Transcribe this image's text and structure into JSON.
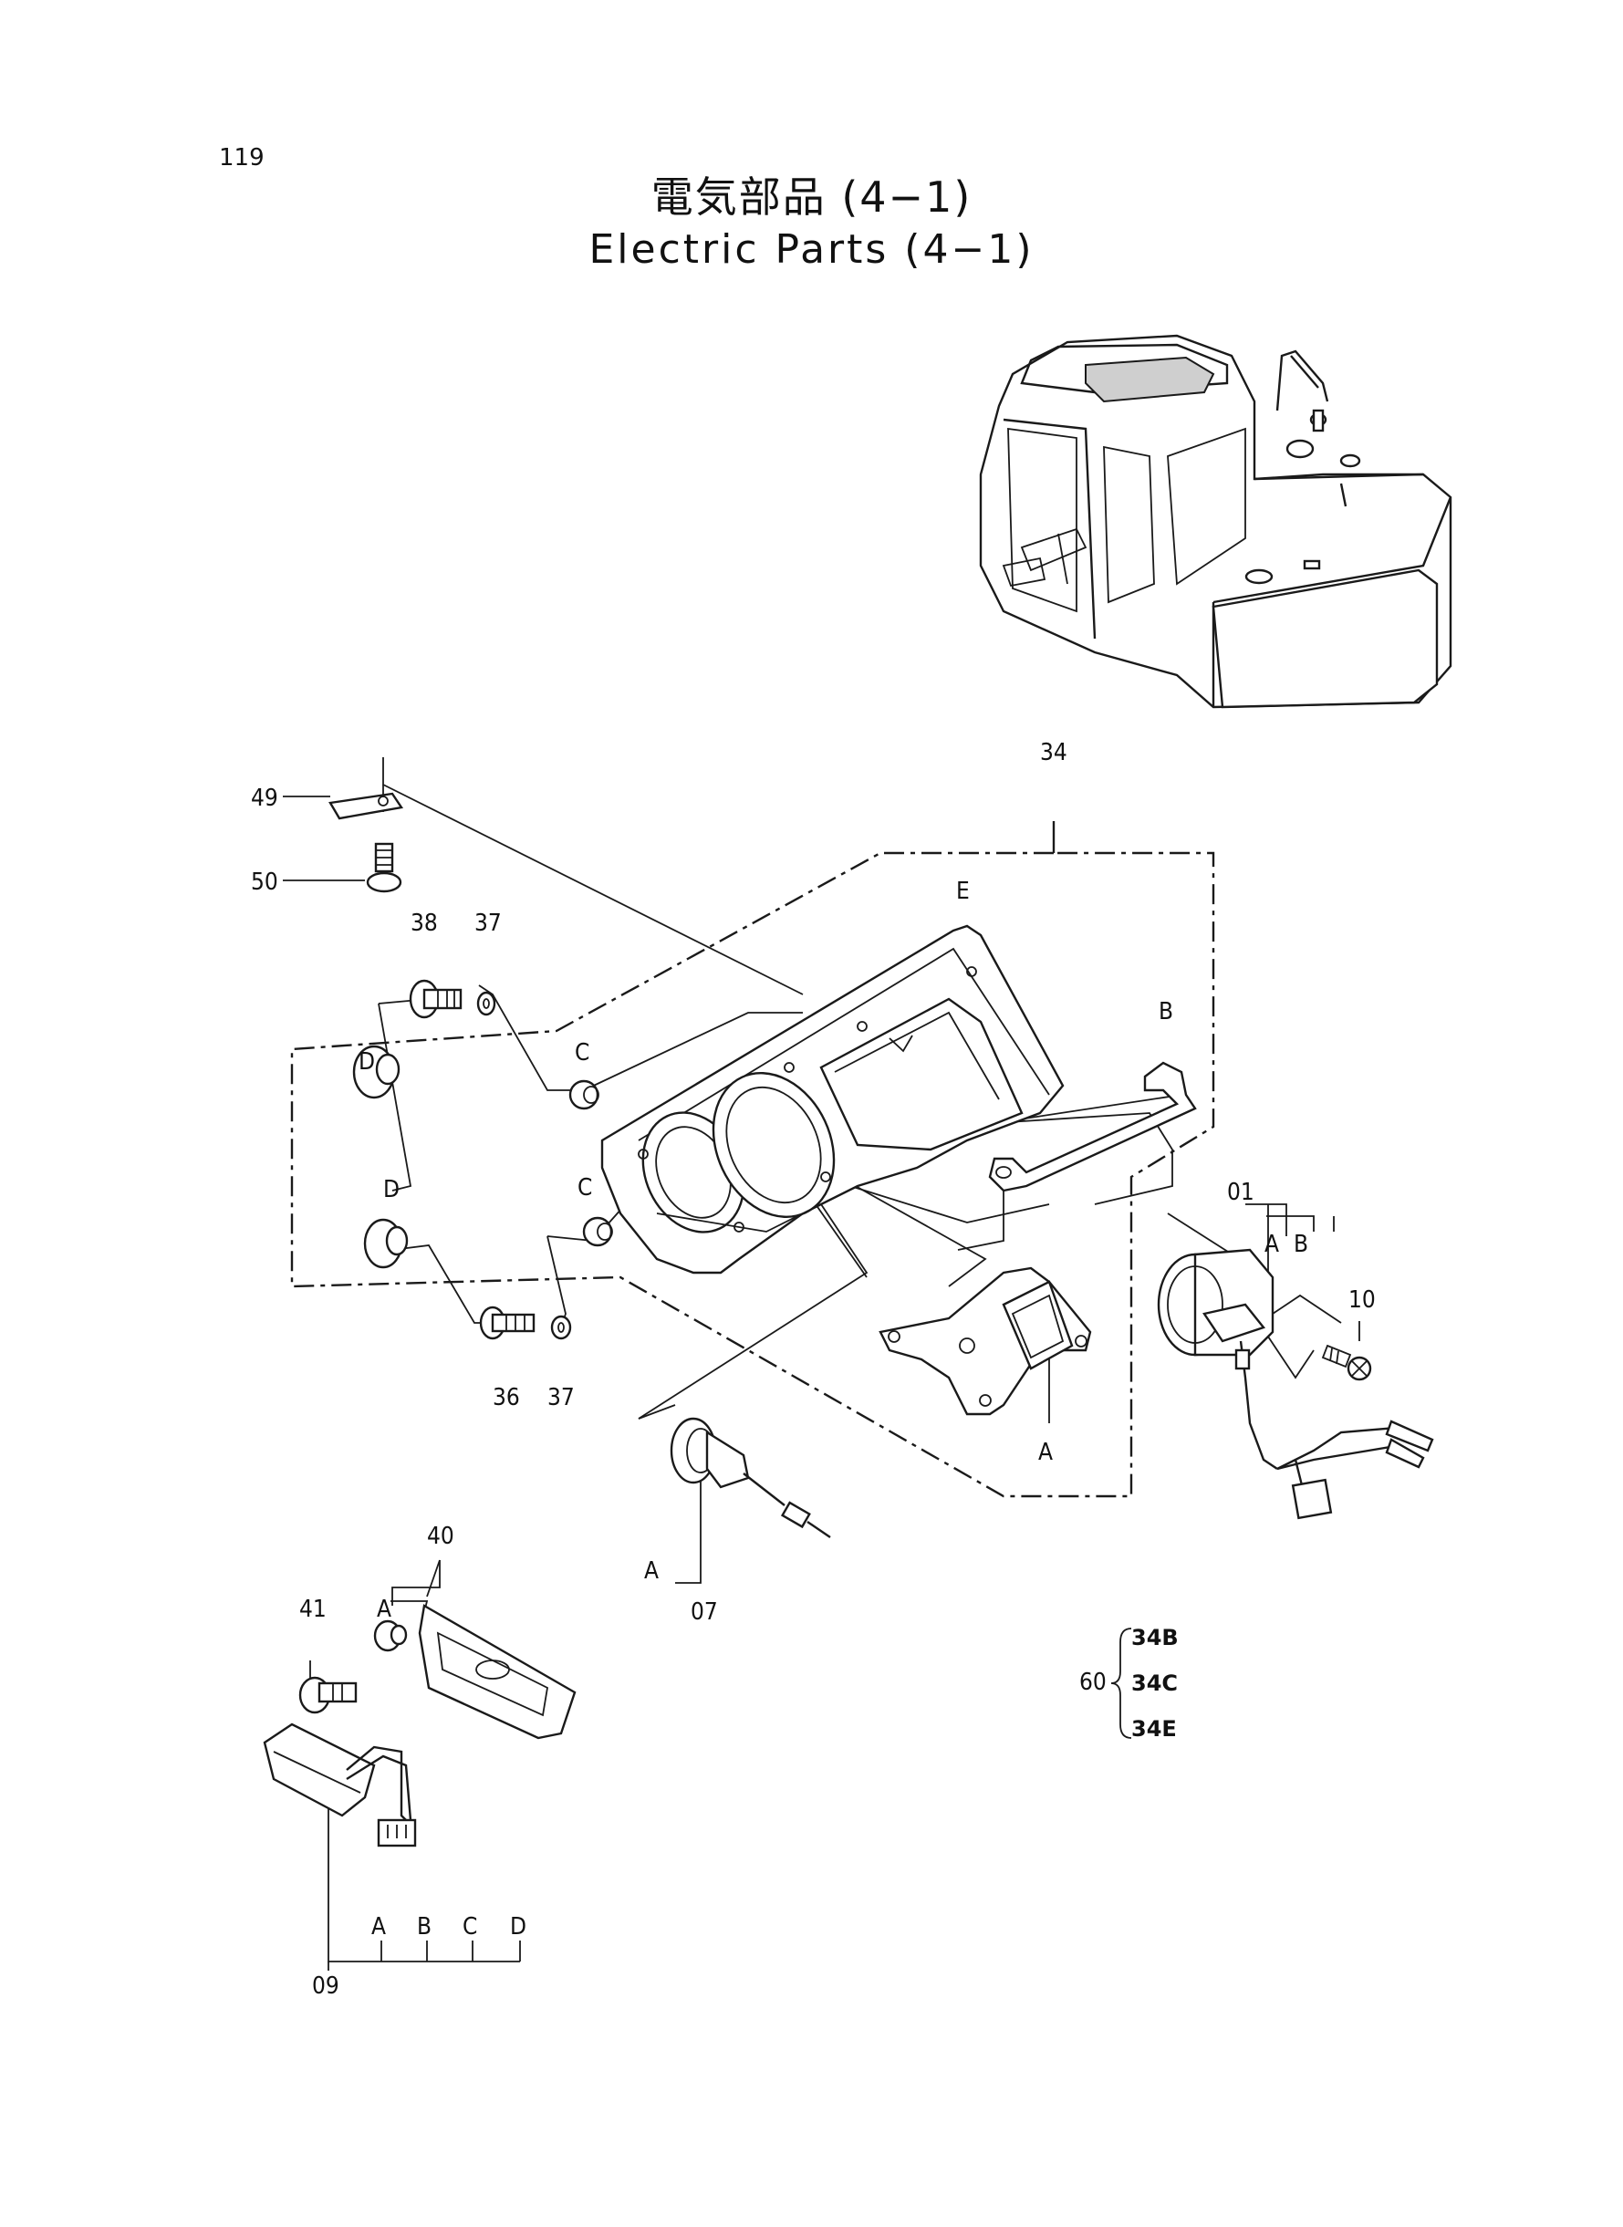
{
  "page_number": "119",
  "title_jp": "電気部品 (4−1)",
  "title_en": "Electric Parts (4−1)",
  "callouts": {
    "p34": "34",
    "p49": "49",
    "p50": "50",
    "p38": "38",
    "p37a": "37",
    "p37b": "37",
    "p36": "36",
    "p01": "01",
    "p10": "10",
    "p07": "07",
    "p40": "40",
    "p41": "41",
    "p09": "09",
    "p60": "60",
    "E": "E",
    "B1": "B",
    "C1": "C",
    "C2": "C",
    "D1": "D",
    "D2": "D",
    "A_bracket": "A",
    "A_07": "A",
    "A_40": "A",
    "A_01": "A",
    "B_01": "B",
    "A_09": "A",
    "B_09": "B",
    "C_09": "C",
    "D_09": "D"
  },
  "set_60": [
    "34B",
    "34C",
    "34E"
  ]
}
